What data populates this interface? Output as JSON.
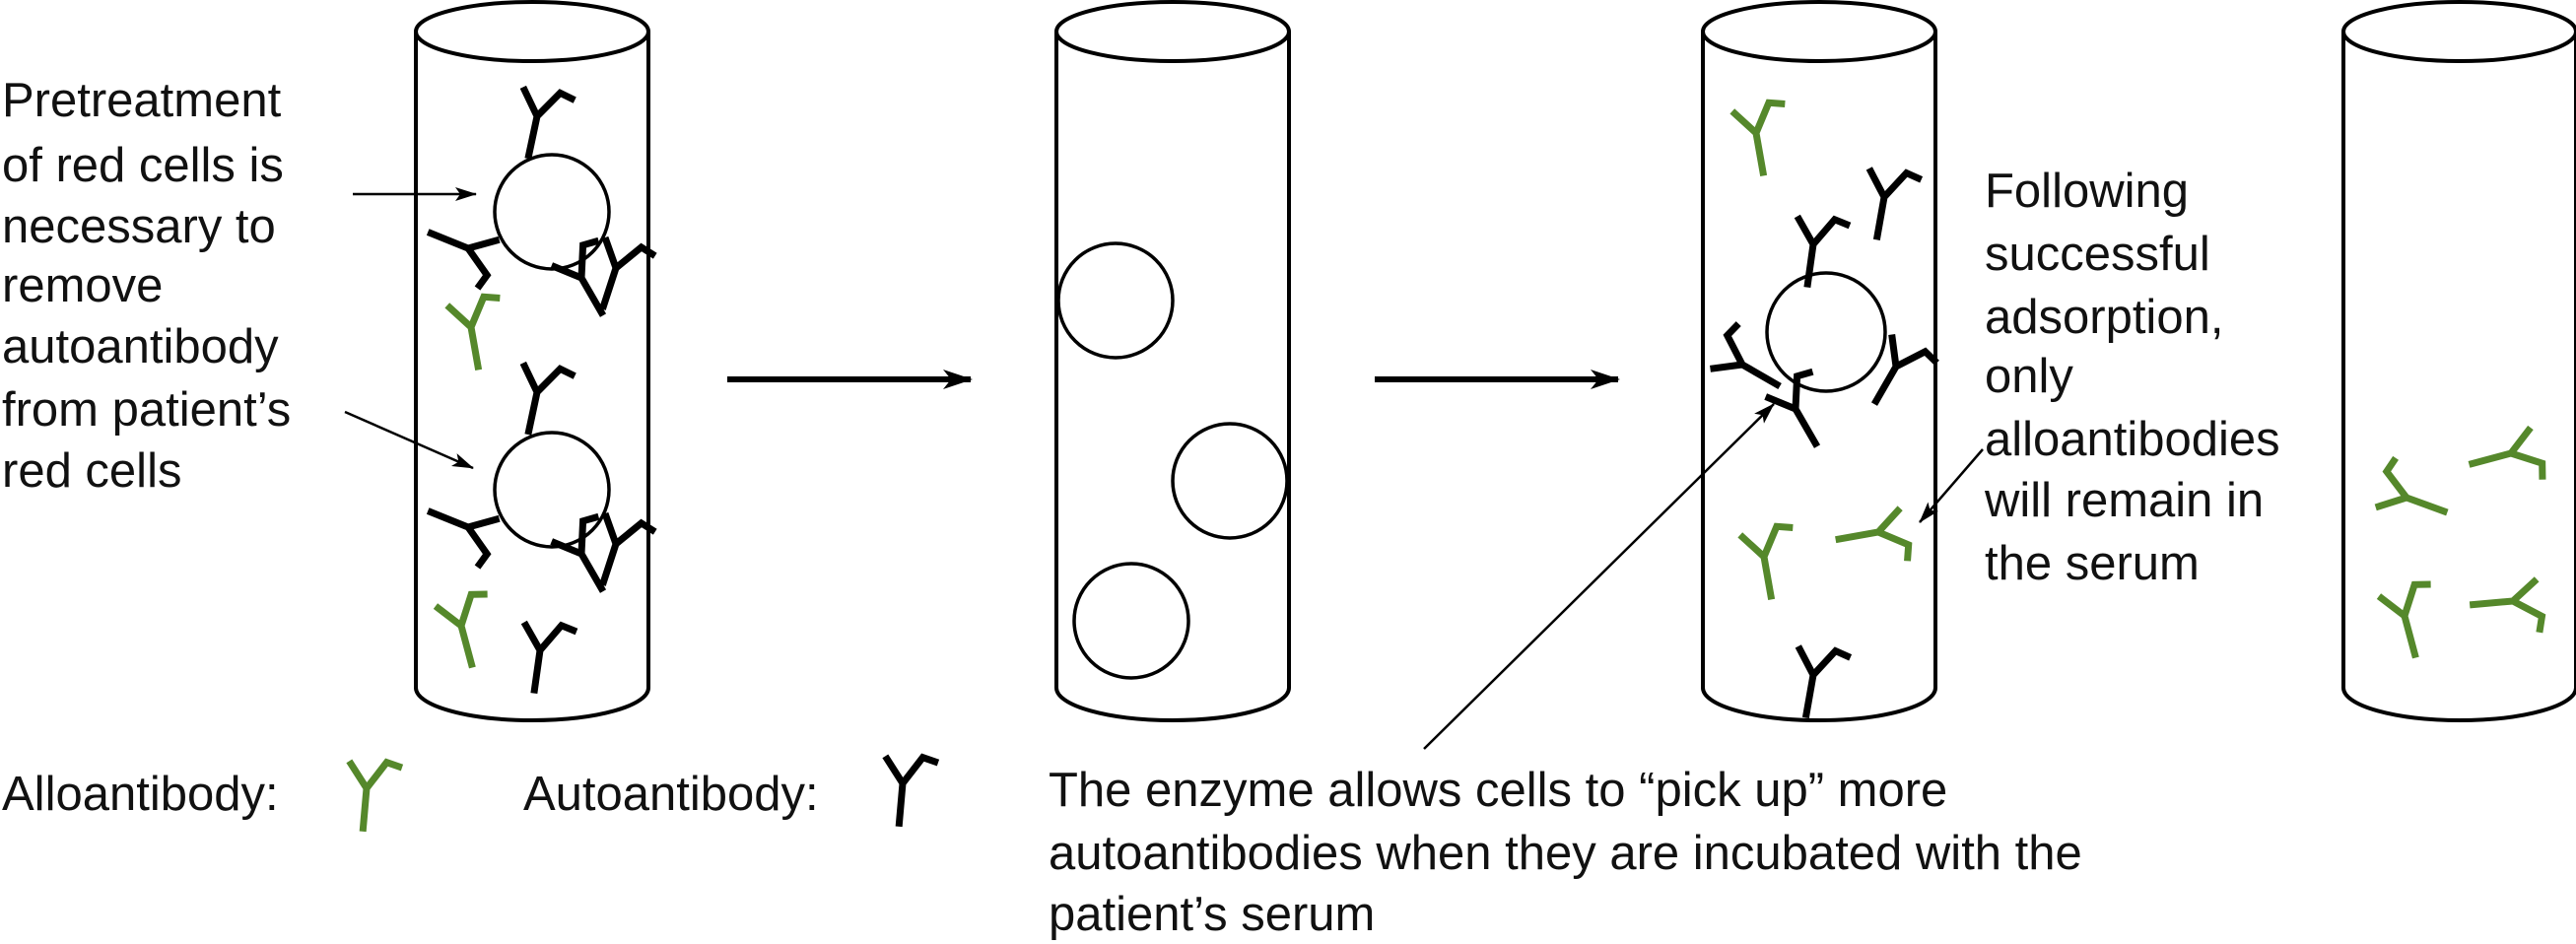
{
  "colors": {
    "alloantibody": "#55882b",
    "autoantibody": "#000000",
    "outline": "#000000"
  },
  "labels": {
    "pretreatment": [
      "Pretreatment",
      "of red cells is",
      "necessary to",
      "remove",
      "autoantibody",
      "from patient’s",
      "red cells"
    ],
    "following": [
      "Following",
      "successful",
      "adsorption,",
      "only",
      "alloantibodies",
      "will remain in",
      "the serum"
    ],
    "enzyme": [
      "The enzyme allows cells to “pick up” more",
      "autoantibodies when they are incubated with the",
      "patient’s serum"
    ]
  },
  "legend": {
    "alloantibody_label": "Alloantibody:",
    "autoantibody_label": "Autoantibody:",
    "alloantibody_icon": "y-antibody-icon",
    "autoantibody_icon": "y-antibody-icon"
  },
  "tubes": [
    {
      "name": "tube-1-patient-red-cells-with-autoantibody"
    },
    {
      "name": "tube-2-enzyme-treated-red-cells"
    },
    {
      "name": "tube-3-adsorption"
    },
    {
      "name": "tube-4-adsorbed-serum"
    }
  ]
}
